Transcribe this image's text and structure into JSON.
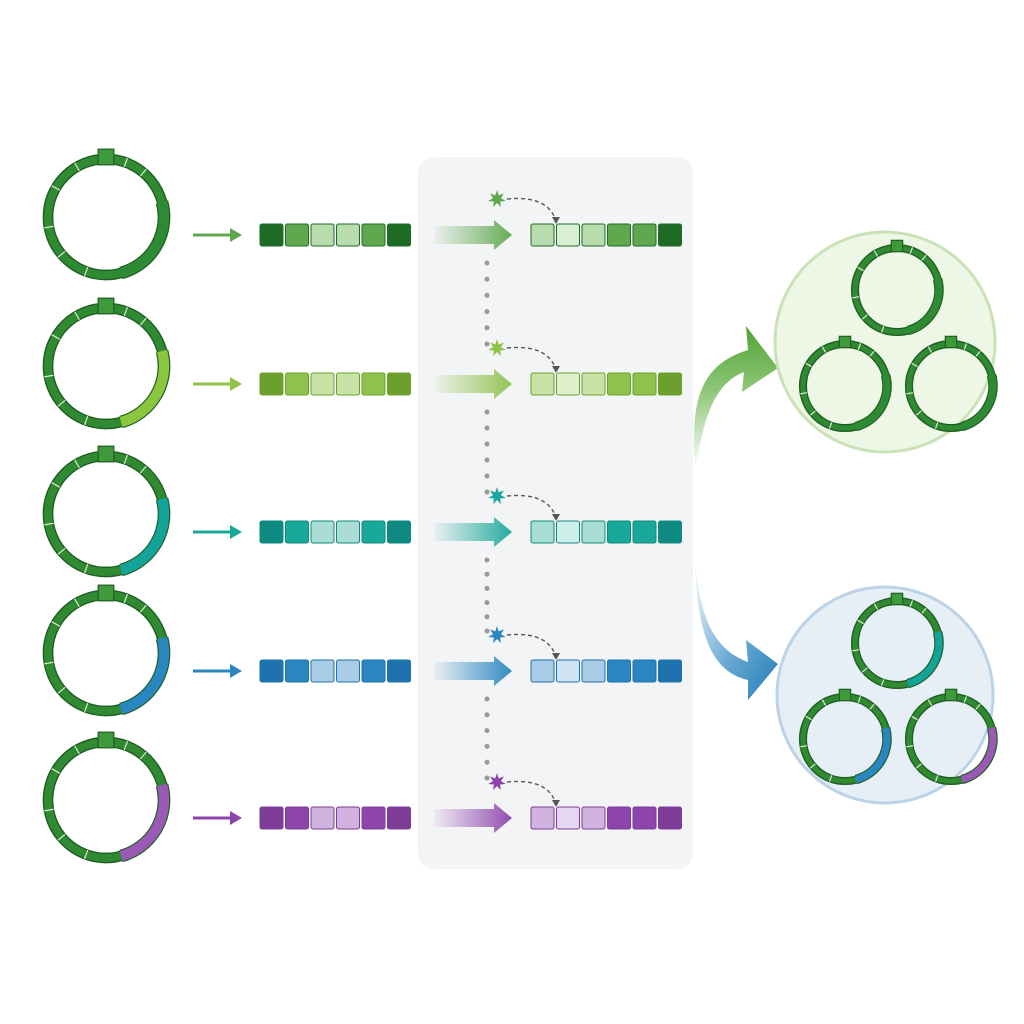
{
  "colors": {
    "backbone": "#2f8a32",
    "backbone_dark": "#1e5e22",
    "panel": "#f3f4f6",
    "pool_green_fill": "#eef6e6",
    "pool_green_stroke": "#c9e2b6",
    "pool_blue_fill": "#e6eef6",
    "pool_blue_stroke": "#bcd3e7",
    "dots": "#9a9a9a",
    "dashed": "#555555"
  },
  "rows": [
    {
      "variant": "dark-green",
      "insert": "#2e8b34",
      "dark": "#1e6b26",
      "mid": "#5fa84e",
      "light": "#b8dcae",
      "pale": "#d9eed2"
    },
    {
      "variant": "lime",
      "insert": "#8cc63f",
      "dark": "#6ca02e",
      "mid": "#8fc24a",
      "light": "#c8e3a5",
      "pale": "#e1f0cc"
    },
    {
      "variant": "teal",
      "insert": "#14a39a",
      "dark": "#0e8a80",
      "mid": "#1aa89b",
      "light": "#a9ddd5",
      "pale": "#cfeee9"
    },
    {
      "variant": "blue",
      "insert": "#2a86c0",
      "dark": "#1e72ad",
      "mid": "#2a86c0",
      "light": "#a9cde6",
      "pale": "#cfe3f2"
    },
    {
      "variant": "purple",
      "insert": "#9b59b6",
      "dark": "#7d3c98",
      "mid": "#8e44ad",
      "light": "#d2b3e0",
      "pale": "#e7d6ef"
    }
  ],
  "pools": [
    {
      "id": "green",
      "members": [
        "dark-green",
        "dark-green",
        "dark-green"
      ]
    },
    {
      "id": "blue",
      "members": [
        "teal",
        "blue",
        "purple"
      ]
    }
  ]
}
